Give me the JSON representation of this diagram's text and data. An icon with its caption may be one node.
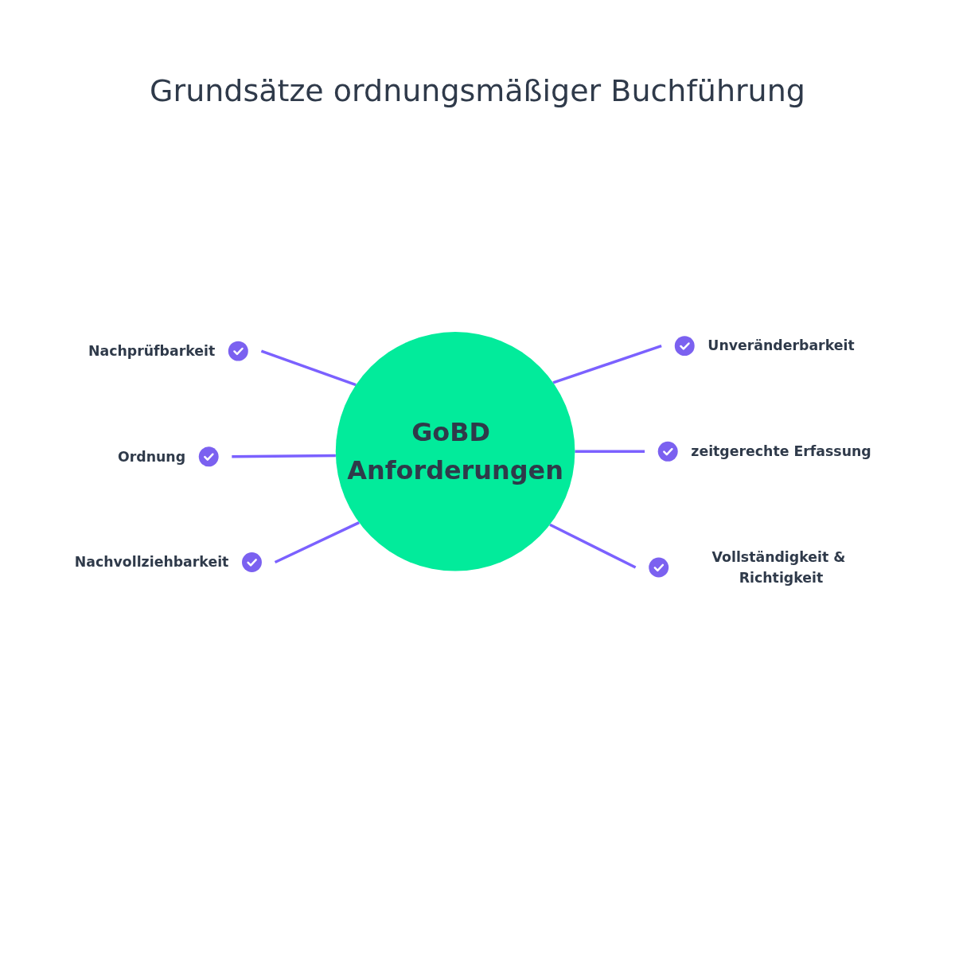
{
  "diagram": {
    "title": "Grundsätze ordnungsmäßiger Buchführung",
    "nodes": [
      {
        "text": [
          "Nachprüfbarkeit"
        ]
      },
      {
        "text": [
          "Unveränderbarkeit"
        ]
      },
      {
        "text": [
          "Ordnung"
        ]
      },
      {
        "text": [
          "GoBD Anforderungen"
        ]
      },
      {
        "text": [
          "zeitgerechte Erfassung"
        ]
      },
      {
        "text": [
          "Nachvollziehbarkeit"
        ]
      },
      {
        "text": [
          "Vollständigkeit & Richtigkeit"
        ]
      }
    ],
    "edges": [
      {
        "from": 0,
        "to": 3,
        "arrow": "none"
      },
      {
        "from": 3,
        "to": 1,
        "arrow": "none"
      },
      {
        "from": 2,
        "to": 3,
        "arrow": "none"
      },
      {
        "from": 3,
        "to": 4,
        "arrow": "none"
      },
      {
        "from": 5,
        "to": 3,
        "arrow": "none"
      },
      {
        "from": 3,
        "to": 6,
        "arrow": "none"
      }
    ]
  }
}
